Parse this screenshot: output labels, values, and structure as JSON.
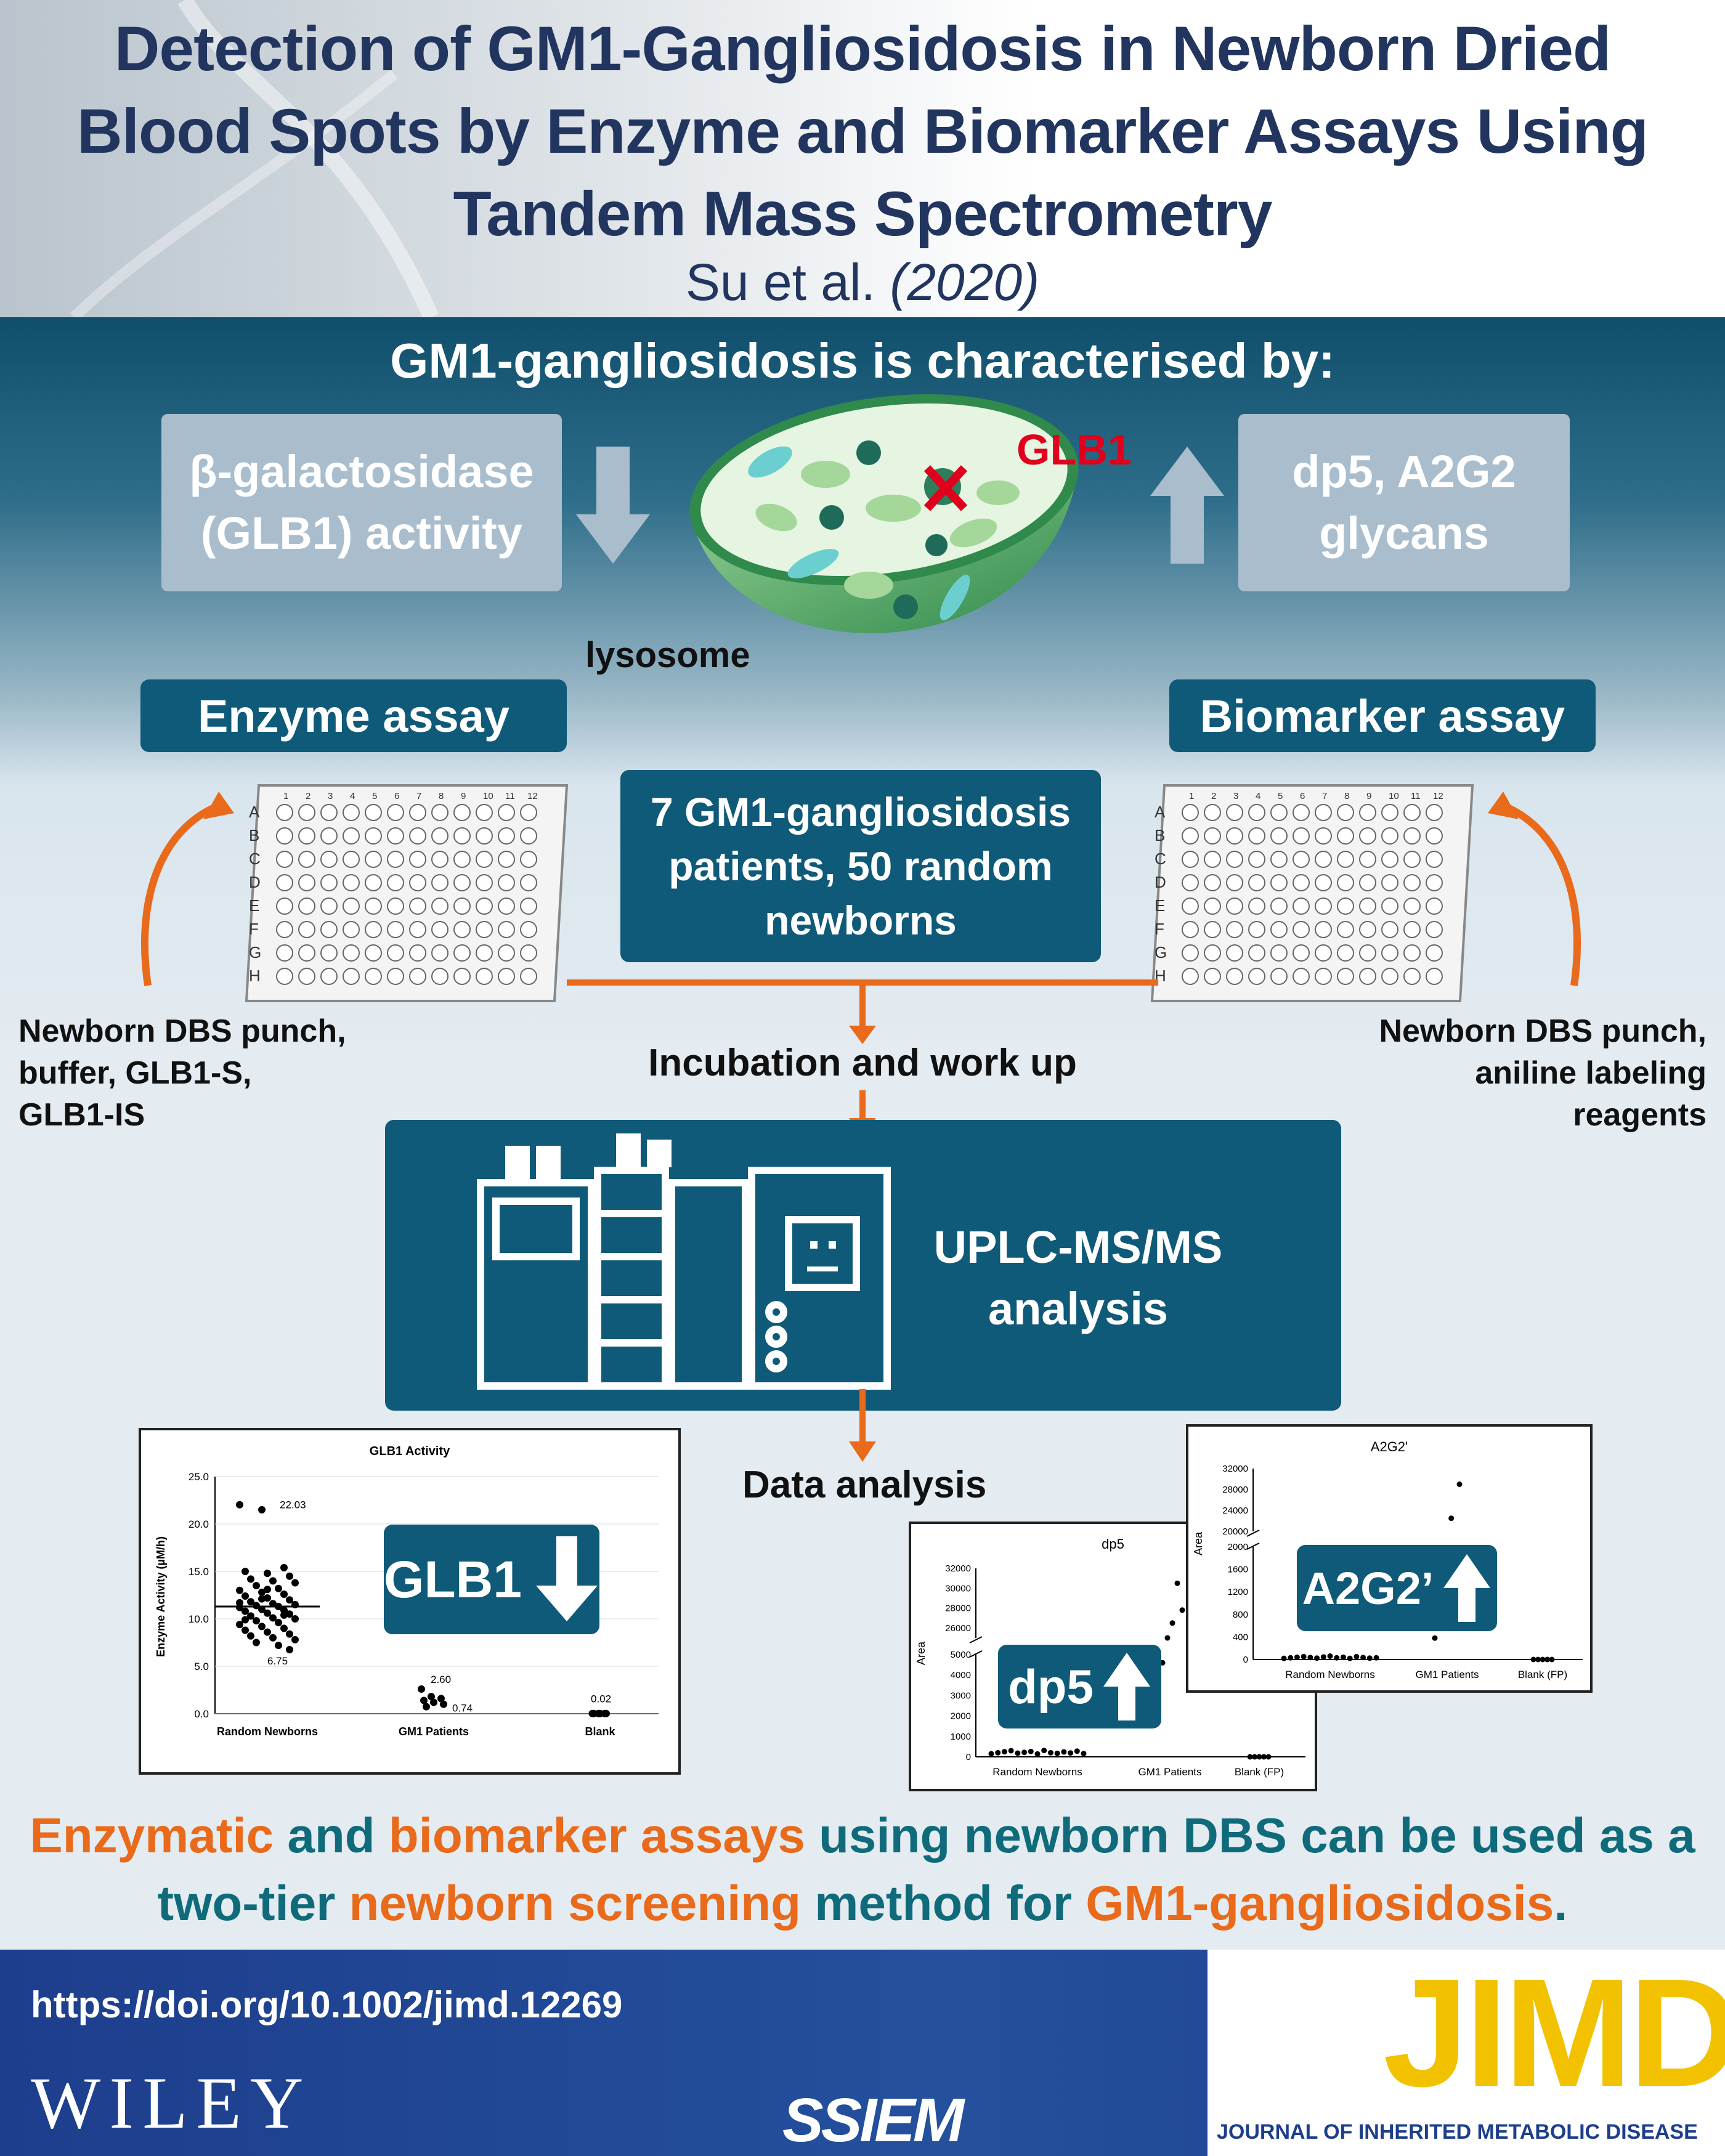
{
  "header": {
    "title": "Detection of GM1-Gangliosidosis in Newborn Dried Blood Spots by Enzyme and Biomarker Assays Using Tandem Mass Spectrometry",
    "authors": "Su et al.",
    "year": "(2020)"
  },
  "characterised": {
    "title": "GM1-gangliosidosis is characterised by:",
    "left_box": "β-galactosidase (GLB1) activity",
    "right_box": "dp5, A2G2 glycans",
    "lysosome_label": "lysosome",
    "glb1_label": "GLB1"
  },
  "assays": {
    "enzyme": "Enzyme assay",
    "biomarker": "Biomarker assay",
    "patients": "7 GM1-gangliosidosis patients, 50 random newborns",
    "plate_cols": [
      "1",
      "2",
      "3",
      "4",
      "5",
      "6",
      "7",
      "8",
      "9",
      "10",
      "11",
      "12"
    ],
    "plate_rows": [
      "A",
      "B",
      "C",
      "D",
      "E",
      "F",
      "G",
      "H"
    ],
    "left_note": "Newborn DBS punch, buffer, GLB1-S, GLB1-IS",
    "right_note": "Newborn DBS punch, aniline labeling reagents",
    "incubation": "Incubation and work up",
    "analysis": "UPLC-MS/MS analysis",
    "data_analysis": "Data analysis"
  },
  "chart_data": [
    {
      "type": "scatter",
      "title": "GLB1 Activity",
      "ylabel": "Enzyme Activity (µM/h)",
      "categories": [
        "Random Newborns",
        "GM1 Patients",
        "Blank"
      ],
      "ylim": [
        0,
        25
      ],
      "yticks": [
        "0.0",
        "5.0",
        "10.0",
        "15.0",
        "20.0",
        "25.0"
      ],
      "annotations": [
        "22.03",
        "6.75",
        "2.60",
        "0.74",
        "0.02"
      ],
      "badge": "GLB1",
      "series": [
        {
          "category": "Random Newborns",
          "values": [
            22.03,
            21.5,
            15.4,
            15.0,
            14.8,
            14.5,
            14.2,
            14.0,
            13.8,
            13.5,
            13.2,
            13.0,
            12.8,
            12.6,
            12.4,
            12.2,
            12.0,
            11.8,
            11.6,
            11.5,
            11.4,
            11.3,
            11.2,
            11.0,
            10.9,
            10.8,
            10.6,
            10.5,
            10.3,
            10.1,
            10.0,
            9.8,
            9.6,
            9.4,
            9.2,
            9.0,
            8.8,
            8.6,
            8.4,
            8.2,
            8.0,
            7.8,
            7.5,
            7.2,
            11.7,
            12.1,
            10.4,
            9.9,
            13.1,
            6.75
          ],
          "median": 11.3
        },
        {
          "category": "GM1 Patients",
          "values": [
            2.6,
            1.8,
            1.6,
            1.4,
            1.2,
            1.0,
            0.74
          ]
        },
        {
          "category": "Blank",
          "values": [
            0.02,
            0.02,
            0.02,
            0.02,
            0.02,
            0.02
          ]
        }
      ]
    },
    {
      "type": "scatter",
      "title": "dp5",
      "ylabel": "Area",
      "categories": [
        "Random Newborns",
        "GM1 Patients",
        "Blank (FP)"
      ],
      "yticks_lower": [
        "0",
        "1000",
        "2000",
        "3000",
        "4000",
        "5000"
      ],
      "yticks_upper": [
        "26000",
        "28000",
        "30000",
        "32000"
      ],
      "badge": "dp5",
      "series": [
        {
          "category": "Random Newborns",
          "values": [
            150,
            200,
            250,
            300,
            180,
            220,
            260,
            140,
            310,
            200,
            170,
            240,
            190,
            280,
            160
          ]
        },
        {
          "category": "GM1 Patients",
          "values": [
            2200,
            4600,
            5300,
            26500,
            30500,
            27800
          ]
        },
        {
          "category": "Blank (FP)",
          "values": [
            0,
            0,
            0,
            0,
            0
          ]
        }
      ]
    },
    {
      "type": "scatter",
      "title": "A2G2'",
      "ylabel": "Area",
      "categories": [
        "Random Newborns",
        "GM1 Patients",
        "Blank (FP)"
      ],
      "yticks_lower": [
        "0",
        "400",
        "800",
        "1200",
        "1600",
        "2000"
      ],
      "yticks_upper": [
        "20000",
        "24000",
        "28000",
        "32000"
      ],
      "badge": "A2G2’",
      "series": [
        {
          "category": "Random Newborns",
          "values": [
            20,
            30,
            40,
            50,
            35,
            25,
            45,
            60,
            30,
            40,
            20,
            50,
            35,
            25,
            30
          ]
        },
        {
          "category": "GM1 Patients",
          "values": [
            380,
            550,
            22500,
            29000
          ]
        },
        {
          "category": "Blank (FP)",
          "values": [
            0,
            0,
            0,
            0,
            0
          ]
        }
      ]
    }
  ],
  "conclusion": {
    "p1": "Enzymatic",
    "p2": " and ",
    "p3": "biomarker assays",
    "p4": " using newborn DBS can be used as a two-tier ",
    "p5": "newborn screening",
    "p6": " method for ",
    "p7": "GM1-gangliosidosis",
    "p8": "."
  },
  "footer": {
    "doi": "https://doi.org/10.1002/jimd.12269",
    "publisher": "WILEY",
    "society": "SSIEM",
    "journal": "JIMD",
    "journal_full": "JOURNAL OF INHERITED METABOLIC DISEASE"
  },
  "colors": {
    "navy": "#21355f",
    "teal": "#0f5a78",
    "orange": "#e86a1a",
    "red": "#e0001b",
    "yellow": "#f2c200"
  }
}
